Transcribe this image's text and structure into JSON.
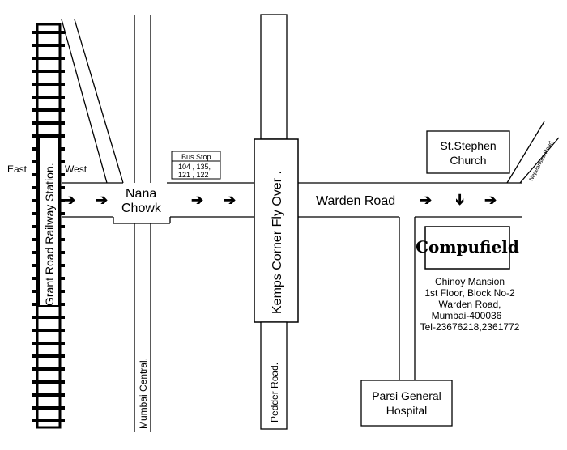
{
  "railway": {
    "station_label": "Grant Road Railway Station.",
    "east_label": "East",
    "west_label": "West"
  },
  "junction": {
    "line1": "Nana",
    "line2": "Chowk"
  },
  "bus_stop": {
    "title": "Bus Stop",
    "line1": "104 , 135,",
    "line2": "121 ,  122"
  },
  "roads": {
    "mumbai_central": "Mumbai Central.",
    "flyover": "Kemps Corner Fly Over .",
    "pedder_road": "Pedder Road.",
    "warden_road": "Warden Road",
    "nepeansea_road": "Nepeansea Road"
  },
  "landmarks": {
    "church_line1": "St.Stephen",
    "church_line2": "Church",
    "hospital_line1": "Parsi General",
    "hospital_line2": "Hospital"
  },
  "office": {
    "logo": "Compufield",
    "address": [
      "Chinoy Mansion",
      "1st Floor, Block No-2",
      "Warden Road,",
      "Mumbai-400036",
      "Tel-23676218,2361772"
    ]
  },
  "arrows": {
    "right": "➔",
    "down": "➔"
  }
}
